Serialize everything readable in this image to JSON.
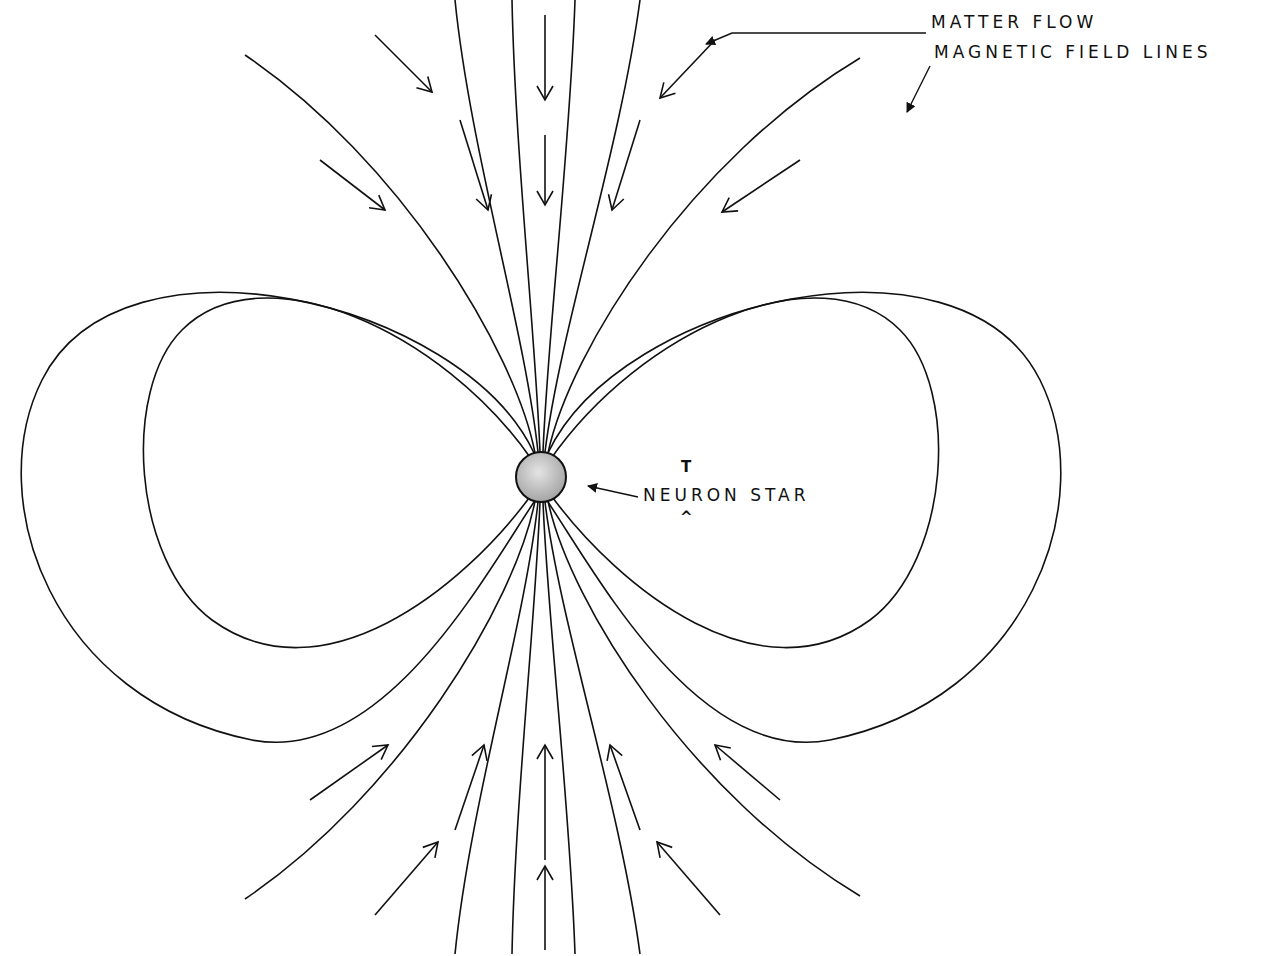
{
  "diagram": {
    "labels": [
      "MATTER FLOW",
      "MAGNETIC FIELD LINES",
      "T",
      "NEURON STAR",
      "^"
    ]
  }
}
